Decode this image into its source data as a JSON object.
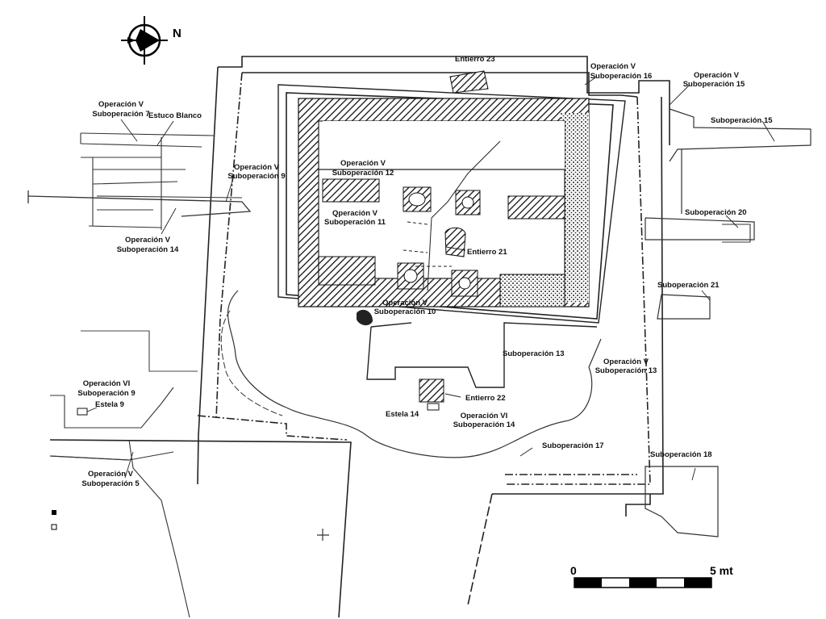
{
  "north_label": "N",
  "scale_bar": {
    "start_label": "0",
    "end_label": "5 mt"
  },
  "labels": {
    "entierro_23": "Entierro 23",
    "opv_sub16_a": "Operación V",
    "opv_sub16_b": "Suboperación 16",
    "opv_sub15_a": "Operación V",
    "opv_sub15_b": "Suboperación 15",
    "sub15": "Suboperación 15",
    "opv_sub7_a": "Operación V",
    "opv_sub7_b": "Suboperación 7",
    "estuco_blanco": "Estuco Blanco",
    "opv_sub9_a": "Operación V",
    "opv_sub9_b": "Suboperación 9",
    "opv_sub12_a": "Operación V",
    "opv_sub12_b": "Suboperación 12",
    "opv_sub11_a": "Qperación V",
    "opv_sub11_b": "Suboperación 11",
    "sub20": "Suboperación 20",
    "opv_sub14_a": "Operación V",
    "opv_sub14_b": "Suboperación 14",
    "entierro_21": "Entierro 21",
    "sub21": "Suboperación 21",
    "opv_sub10_a": "Operación V",
    "opv_sub10_b": "Suboperación 10",
    "sub13": "Suboperación 13",
    "opv_sub13_a": "Operación V",
    "opv_sub13_b": "Suboperación 13",
    "opvi_sub9_a": "Operación VI",
    "opvi_sub9_b": "Suboperación 9",
    "estela_9": "Estela 9",
    "entierro_22": "Entierro 22",
    "estela_14": "Estela 14",
    "opvi_sub14_a": "Operación VI",
    "opvi_sub14_b": "Suboperación 14",
    "sub17": "Suboperación 17",
    "sub18": "Suboperación 18",
    "opv_sub5_a": "Operación V",
    "opv_sub5_b": "Suboperación 5"
  }
}
